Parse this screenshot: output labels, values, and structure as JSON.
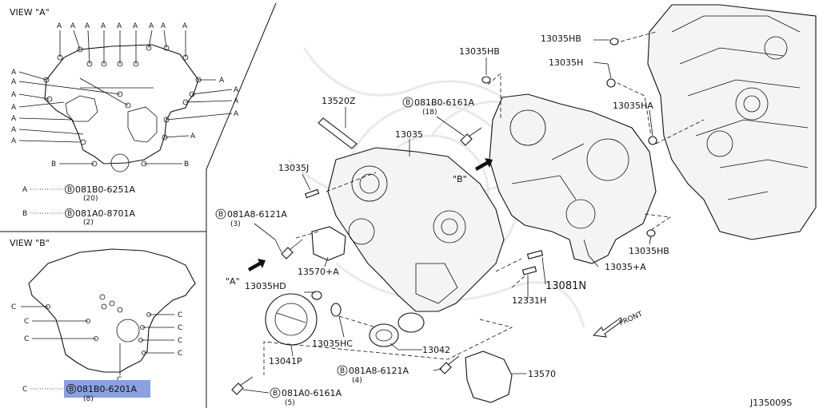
{
  "view_a": {
    "title": "VIEW \"A\"",
    "marker": "A",
    "bolt_marker": "B",
    "legend_a_key": "A",
    "legend_a_part": "081B0-6251A",
    "legend_a_qty": "(20)",
    "legend_b_key": "B",
    "legend_b_part": "081A0-8701A",
    "legend_b_qty": "(2)",
    "circled_b": "B"
  },
  "view_b": {
    "title": "VIEW \"B\"",
    "marker": "C",
    "legend_c_key": "C",
    "legend_c_part": "081B0-6201A",
    "legend_c_qty": "(8)",
    "circled_b": "B"
  },
  "callouts": {
    "p13520z": "13520Z",
    "p13035": "13035",
    "p13035j": "13035J",
    "p081b0_6161a_top": "081B0-6161A",
    "p081b0_6161a_top_qty": "(18)",
    "p081a8_6121a_left": "081A8-6121A",
    "p081a8_6121a_left_qty": "(3)",
    "p13570plusa": "13570+A",
    "view_a_arrow": "\"A\"",
    "p13035hd": "13035HD",
    "p13035hc": "13035HC",
    "p13041p": "13041P",
    "p13042": "13042",
    "p081a8_6121a_bottom": "081A8-6121A",
    "p081a8_6121a_bottom_qty": "(4)",
    "p13570": "13570",
    "p081a0_6161a": "081A0-6161A",
    "p081a0_6161a_qty": "(5)",
    "p12331h": "12331H",
    "p13081n": "13081N",
    "p13035plusa": "13035+A",
    "p13035hb_bottom": "13035HB",
    "p13035ha": "13035HA",
    "p13035h": "13035H",
    "p13035hb_topright": "13035HB",
    "p13035hb_top": "13035HB",
    "view_b_arrow": "\"B\"",
    "front": "FRONT",
    "circled_b": "B"
  },
  "drawing_id": "J135009S"
}
